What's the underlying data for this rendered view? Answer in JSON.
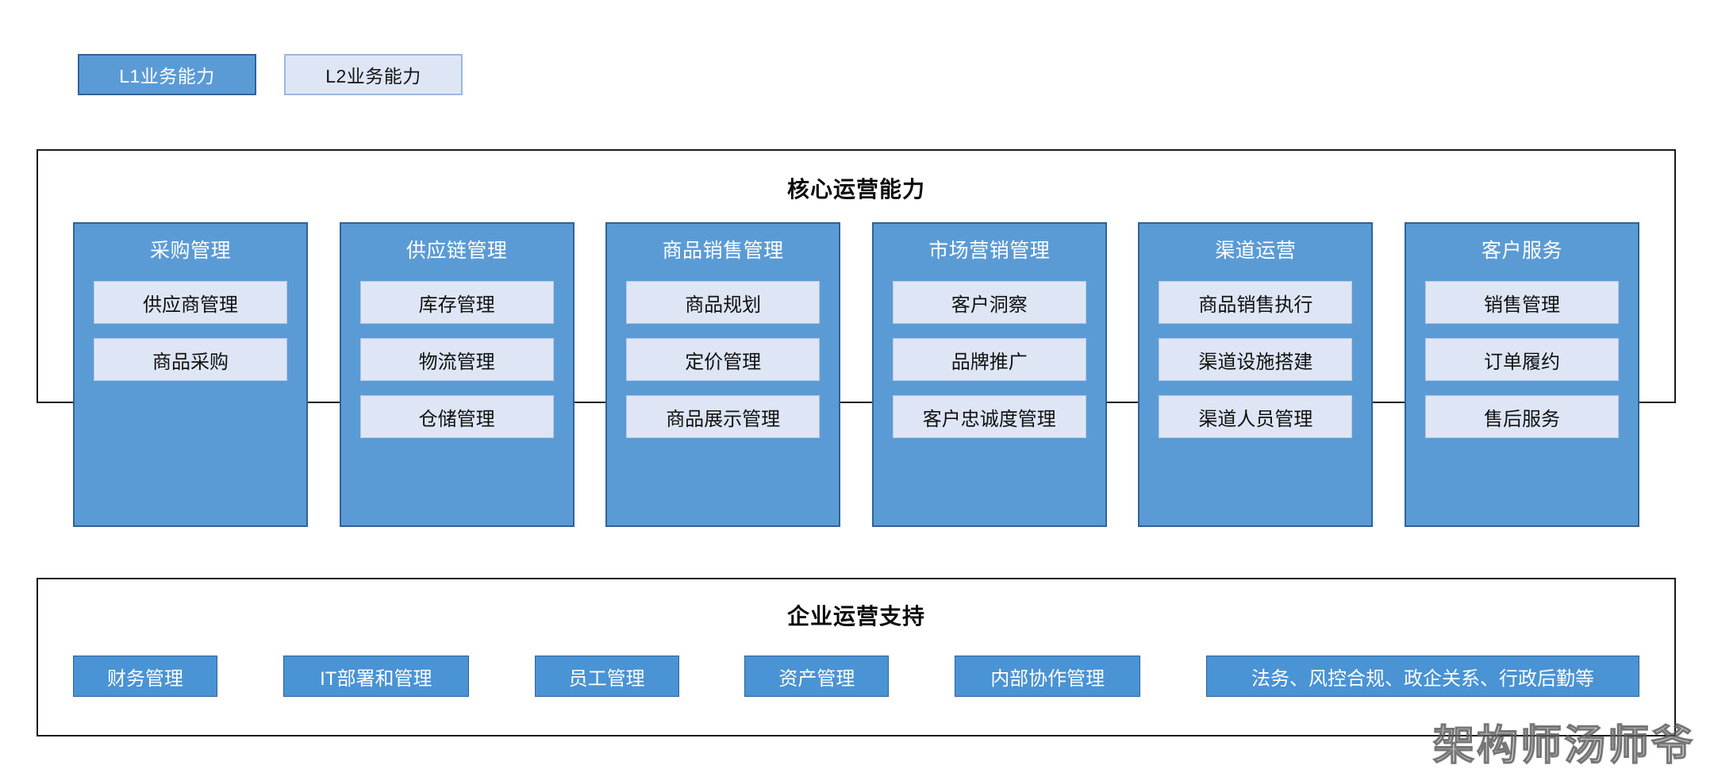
{
  "legend": {
    "items": [
      {
        "label": "L1业务能力",
        "style": "l1",
        "fill": "#5B9BD5",
        "text_color": "#FFFFFF"
      },
      {
        "label": "L2业务能力",
        "style": "l2",
        "fill": "#DEE6F6",
        "text_color": "#131313"
      }
    ]
  },
  "core": {
    "title": "核心运营能力",
    "columns": [
      {
        "title": "采购管理",
        "children": [
          "供应商管理",
          "商品采购"
        ]
      },
      {
        "title": "供应链管理",
        "children": [
          "库存管理",
          "物流管理",
          "仓储管理"
        ]
      },
      {
        "title": "商品销售管理",
        "children": [
          "商品规划",
          "定价管理",
          "商品展示管理"
        ]
      },
      {
        "title": "市场营销管理",
        "children": [
          "客户洞察",
          "品牌推广",
          "客户忠诚度管理"
        ]
      },
      {
        "title": "渠道运营",
        "children": [
          "商品销售执行",
          "渠道设施搭建",
          "渠道人员管理"
        ]
      },
      {
        "title": "客户服务",
        "children": [
          "销售管理",
          "订单履约",
          "售后服务"
        ]
      }
    ]
  },
  "support": {
    "title": "企业运营支持",
    "items": [
      "财务管理",
      "IT部署和管理",
      "员工管理",
      "资产管理",
      "内部协作管理",
      "法务、风控合规、政企关系、行政后勤等"
    ]
  },
  "watermark": {
    "text": "架构师汤师爷"
  },
  "colors": {
    "l1_fill": "#5B9BD5",
    "l1_border": "#2F6299",
    "l2_fill": "#DEE6F6",
    "l2_border": "#B9C7E2",
    "frame_border": "#1A1A1A",
    "background": "#FFFFFF"
  }
}
